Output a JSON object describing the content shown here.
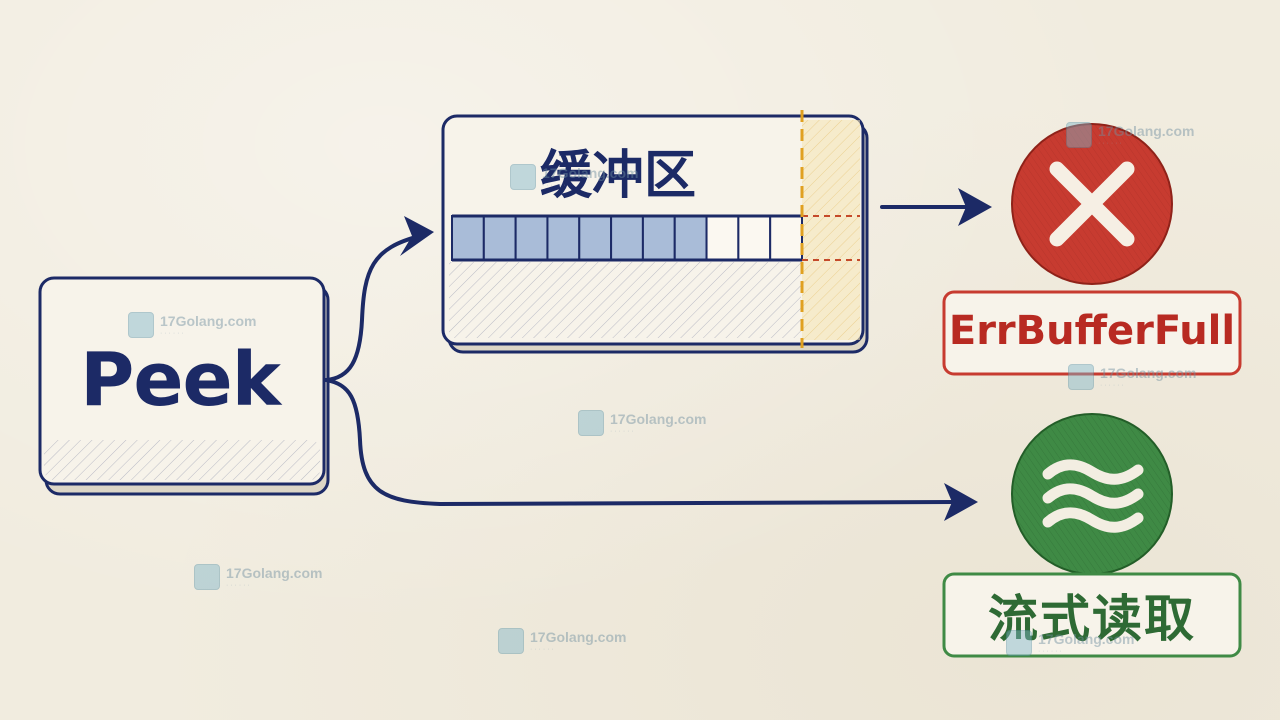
{
  "peek": {
    "label": "Peek"
  },
  "buffer": {
    "title": "缓冲区",
    "filled_cells": 8,
    "empty_cells": 3
  },
  "outcomes": {
    "error": {
      "label": "ErrBufferFull",
      "icon": "x-icon",
      "color": "#c73b30"
    },
    "stream": {
      "label": "流式读取",
      "icon": "wave-icon",
      "color": "#3f8a45"
    }
  },
  "colors": {
    "ink": "#1c2a66",
    "buffer_fill": "#a9bcd8",
    "overflow": "#e8b23a"
  },
  "watermarks": [
    "17Golang.com",
    "17Golang.com",
    "17Golang.com",
    "17Golang.com",
    "17Golang.com",
    "17Golang.com",
    "17Golang.com",
    "17Golang.com"
  ]
}
